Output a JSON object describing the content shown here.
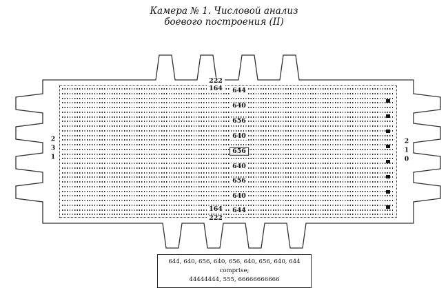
{
  "title": {
    "line1": "Камера № 1. Числовой анализ",
    "line2": "боевого построения (II)"
  },
  "diagram": {
    "top_222": "222",
    "top_164": "164",
    "bottom_164": "164",
    "bottom_222": "222",
    "row_labels": [
      "644",
      "640",
      "656",
      "640",
      "656",
      "640",
      "656",
      "640",
      "644"
    ],
    "left_digits": [
      "2",
      "3",
      "1"
    ],
    "right_digits": [
      "2",
      "1",
      "0"
    ]
  },
  "caption": {
    "line1": "644, 640, 656, 640, 656, 640, 656, 640, 644 comprise;",
    "line2": "44444444, 555, 66666666666"
  },
  "colors": {
    "ink": "#111111",
    "outline": "#333333"
  }
}
